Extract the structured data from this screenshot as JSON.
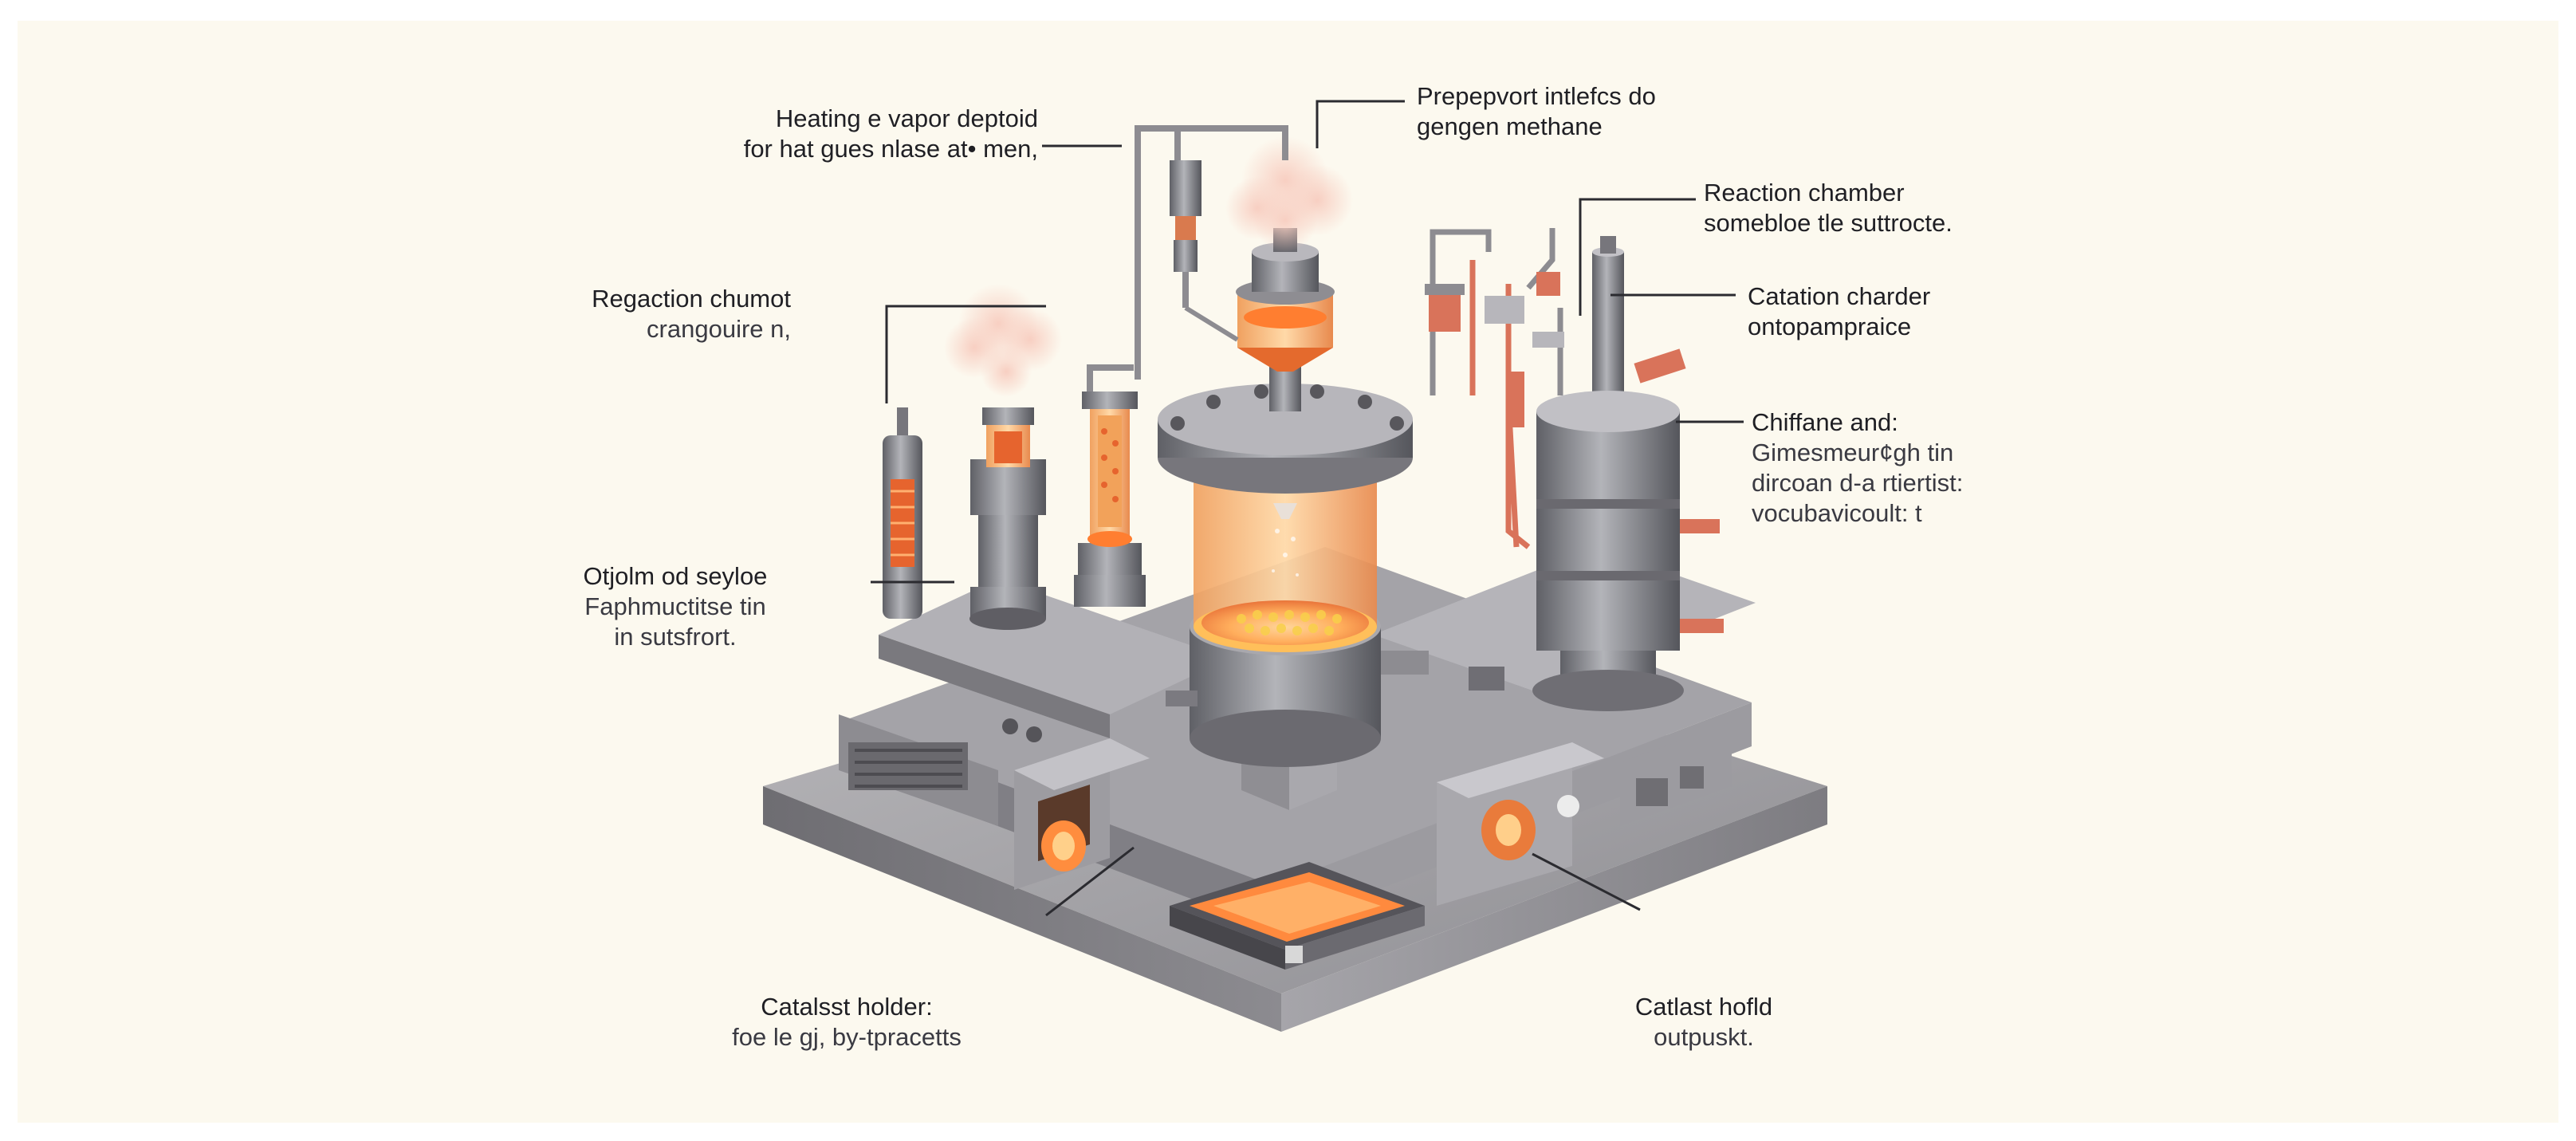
{
  "labels": {
    "heating": {
      "title": "Heating e vapor deptoid",
      "sub": "for hat  gues nlase at• men,"
    },
    "prepeport": {
      "title": "Prepepvort intlefcs do",
      "sub": "gengen methane"
    },
    "reaction_chamber": {
      "title": "Reaction chamber",
      "sub": "somebloe tle suttrocte."
    },
    "regaction": {
      "title": "Regaction chumot",
      "sub": "crangouire n,"
    },
    "catation": {
      "title": "Catation charder",
      "sub": "ontopampraice"
    },
    "chiffane": {
      "title": "Chiffane and:",
      "sub": "Gimesmeur¢gh tin",
      "sub2": "dircoan d-a rtiertist:",
      "sub3": "vocubavicoult: t"
    },
    "otjolm": {
      "title": "Otjolm od seyloe",
      "sub": "Faphmuctitse tin",
      "sub2": "in sutsfrort."
    },
    "catalsst_holder": {
      "title": "Catalsst holder:",
      "sub": "foe le gj, by-tpracetts"
    },
    "catlast_hofld": {
      "title": "Catlast hofld",
      "sub": "outpuskt."
    }
  },
  "colors": {
    "background": "#fcf9ef",
    "steel": "#8a8b91",
    "steel_dark": "#5c5d63",
    "glow": "#ff8a3a",
    "copper": "#d9735a",
    "smoke": "#f2b8a8"
  }
}
